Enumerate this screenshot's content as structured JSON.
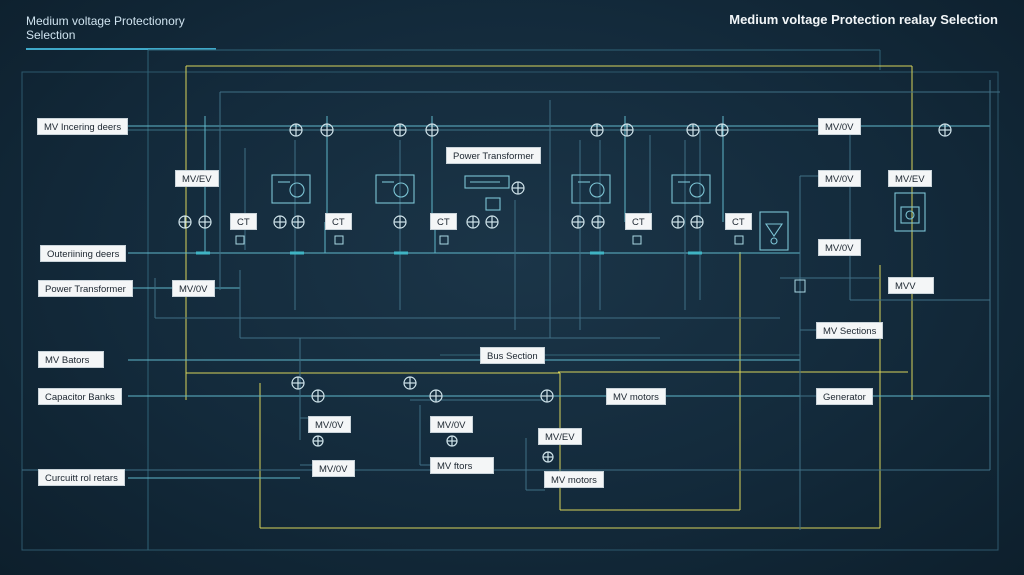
{
  "header": {
    "left_title": "Medium voltage Protectionory Selection",
    "right_title": "Medium voltage Protection realay Selection"
  },
  "labels": {
    "mv_incoming": "MV Incering deers",
    "outgoing": "Outeriining deers",
    "power_transformer_left": "Power Transformer",
    "mv_batteries": "MV Bators",
    "capacitor_banks": "Capacitor Banks",
    "circuit_breakers": "Curcuitt rol retars",
    "power_transformer_top": "Power Transformer",
    "bus_section": "Bus Section",
    "mv_motors_mid": "MV motors",
    "mv_motors_low": "MV motors",
    "generator": "Generator",
    "mv_sections": "MV Sections",
    "mvv": "MVV",
    "mv_0v_right1": "MV/0V",
    "mv_0v_right2": "MV/0V",
    "mv_0v_right3": "MV/0V",
    "mv_ev_right": "MV/EV",
    "mv_ev_left": "MV/EV",
    "mv_0v_left": "MV/0V",
    "mv_0v_b1": "MV/0V",
    "mv_0v_b2": "MV/0V",
    "mv_0v_b3": "MV/0V",
    "mv_ftors": "MV ftors",
    "mv_ev_b": "MV/EV",
    "ct": "CT"
  },
  "colors": {
    "background": "#132a3b",
    "line_cyan": "#5fb6c9",
    "line_yellow": "#d7d35a",
    "line_dim": "#3f6f85",
    "label_bg": "#f4f6f7"
  },
  "icons": [
    "circle-cross-symbol",
    "transformer-symbol",
    "ct-coil-symbol",
    "relay-triangle-symbol"
  ]
}
